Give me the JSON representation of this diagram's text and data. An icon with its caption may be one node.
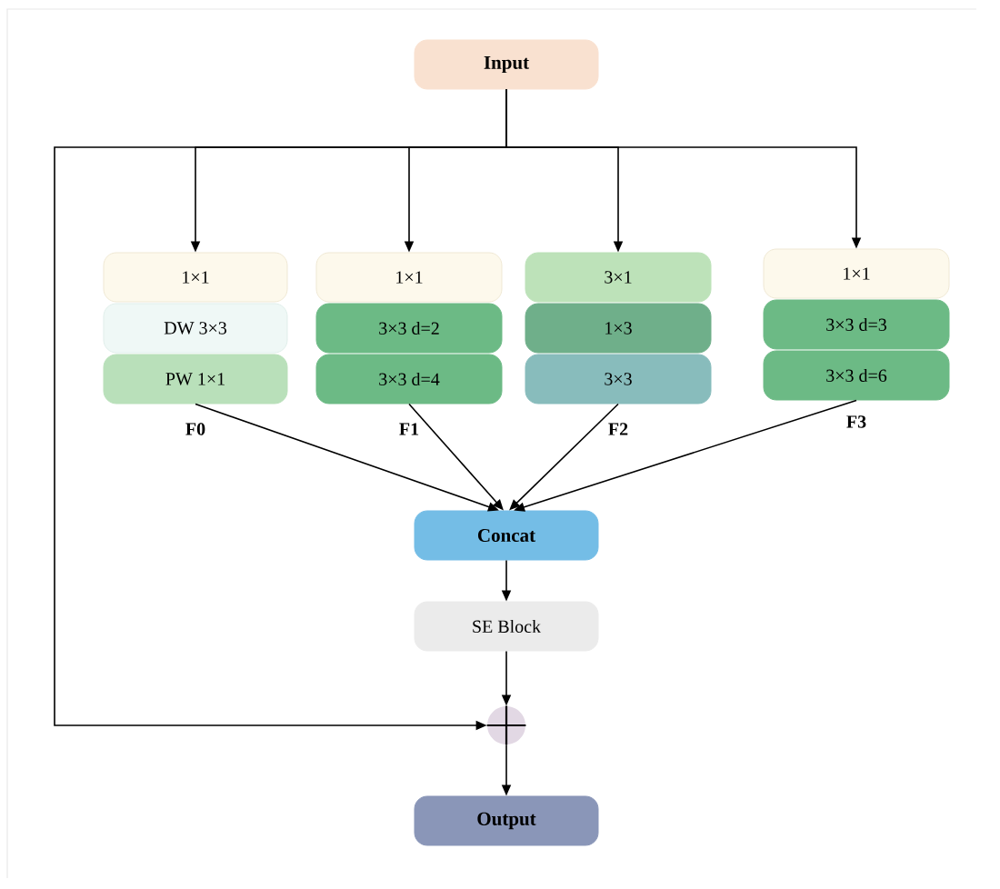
{
  "diagram": {
    "nodes": [
      {
        "text": [
          "Input"
        ]
      },
      {
        "text": [
          "1×1"
        ]
      },
      {
        "text": [
          "DW 3×3"
        ]
      },
      {
        "text": [
          "PW 1×1"
        ],
        "beside": [
          "F0"
        ]
      },
      {
        "text": [
          "1×1"
        ]
      },
      {
        "text": [
          "3×3 d=2"
        ]
      },
      {
        "text": [
          "3×3 d=4"
        ],
        "beside": [
          "F1"
        ]
      },
      {
        "text": [
          "3×1"
        ]
      },
      {
        "text": [
          "1×3"
        ]
      },
      {
        "text": [
          "3×3"
        ],
        "beside": [
          "F2"
        ]
      },
      {
        "text": [
          "1×1"
        ]
      },
      {
        "text": [
          "3×3 d=3"
        ]
      },
      {
        "text": [
          "3×3 d=6"
        ],
        "beside": [
          "F3"
        ]
      },
      {
        "text": [
          "Concat"
        ]
      },
      {
        "text": [
          "SE Block"
        ]
      },
      {
        "text": [],
        "shape": "circle"
      },
      {
        "text": [
          "Output"
        ]
      }
    ],
    "edges": [
      {
        "from": 0,
        "to": 1,
        "arrow": "to"
      },
      {
        "from": 0,
        "to": 4,
        "arrow": "to"
      },
      {
        "from": 0,
        "to": 7,
        "arrow": "to"
      },
      {
        "from": 0,
        "to": 10,
        "arrow": "to"
      },
      {
        "from": 0,
        "to": 15,
        "arrow": "to"
      },
      {
        "from": 3,
        "to": 13,
        "arrow": "to"
      },
      {
        "from": 6,
        "to": 13,
        "arrow": "to"
      },
      {
        "from": 9,
        "to": 13,
        "arrow": "to"
      },
      {
        "from": 12,
        "to": 13,
        "arrow": "to"
      },
      {
        "from": 13,
        "to": 14,
        "arrow": "to"
      },
      {
        "from": 14,
        "to": 15,
        "arrow": "to"
      },
      {
        "from": 15,
        "to": 16,
        "arrow": "to"
      }
    ]
  }
}
